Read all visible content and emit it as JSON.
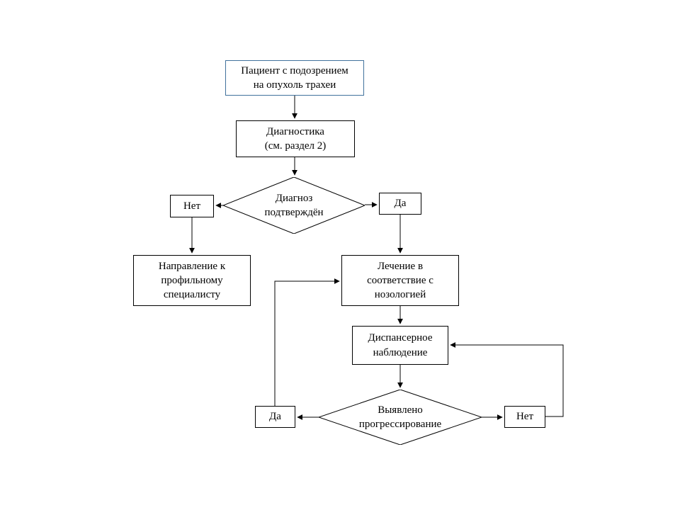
{
  "diagram": {
    "title": "Flowchart: patient with suspected tracheal tumor",
    "nodes": {
      "patient": {
        "label": "Пациент с подозрением\nна опухоль трахеи"
      },
      "diagnostics": {
        "label": "Диагностика\n(см. раздел 2)"
      },
      "confirmed": {
        "label": "Диагноз\nподтверждён"
      },
      "no1": {
        "label": "Нет"
      },
      "yes1": {
        "label": "Да"
      },
      "referral": {
        "label": "Направление к\nпрофильному\nспециалисту"
      },
      "treatment": {
        "label": "Лечение в\nсоответствие с\nнозологией"
      },
      "observation": {
        "label": "Диспансерное\nнаблюдение"
      },
      "progression": {
        "label": "Выявлено\nпрогрессирование"
      },
      "yes2": {
        "label": "Да"
      },
      "no2": {
        "label": "Нет"
      }
    },
    "colors": {
      "box_border": "#000000",
      "patient_box_border": "#41719c",
      "line": "#000000",
      "background": "#ffffff",
      "text": "#000000"
    }
  }
}
